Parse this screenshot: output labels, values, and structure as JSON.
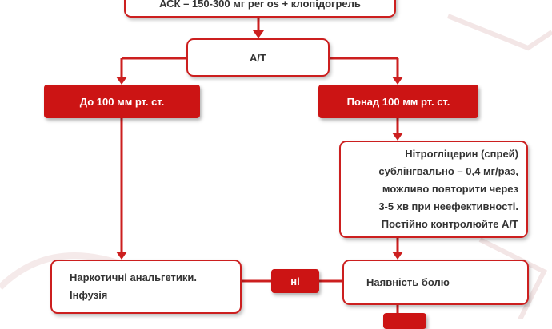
{
  "top_box": {
    "text": "АСК – 150-300 мг per os  + клопідогрель"
  },
  "bp_box": {
    "text": "А/Т"
  },
  "low_bp_box": {
    "text": "До 100 мм рт. ст."
  },
  "high_bp_box": {
    "text": "Понад 100 мм рт. ст."
  },
  "nitro_box": {
    "lines": [
      "Нітрогліцерин (спрей)",
      "сублінгвально – 0,4 мг/раз,",
      "можливо повторити через",
      "3-5 хв при неефективності.",
      "Постійно контролюйте А/Т"
    ]
  },
  "opioid_box": {
    "lines": [
      "Наркотичні анальгетики.",
      "Інфузія"
    ]
  },
  "no_label": {
    "text": "ні"
  },
  "pain_box": {
    "text": "Наявність болю"
  },
  "colors": {
    "accent": "#cc1414",
    "text": "#333333"
  }
}
